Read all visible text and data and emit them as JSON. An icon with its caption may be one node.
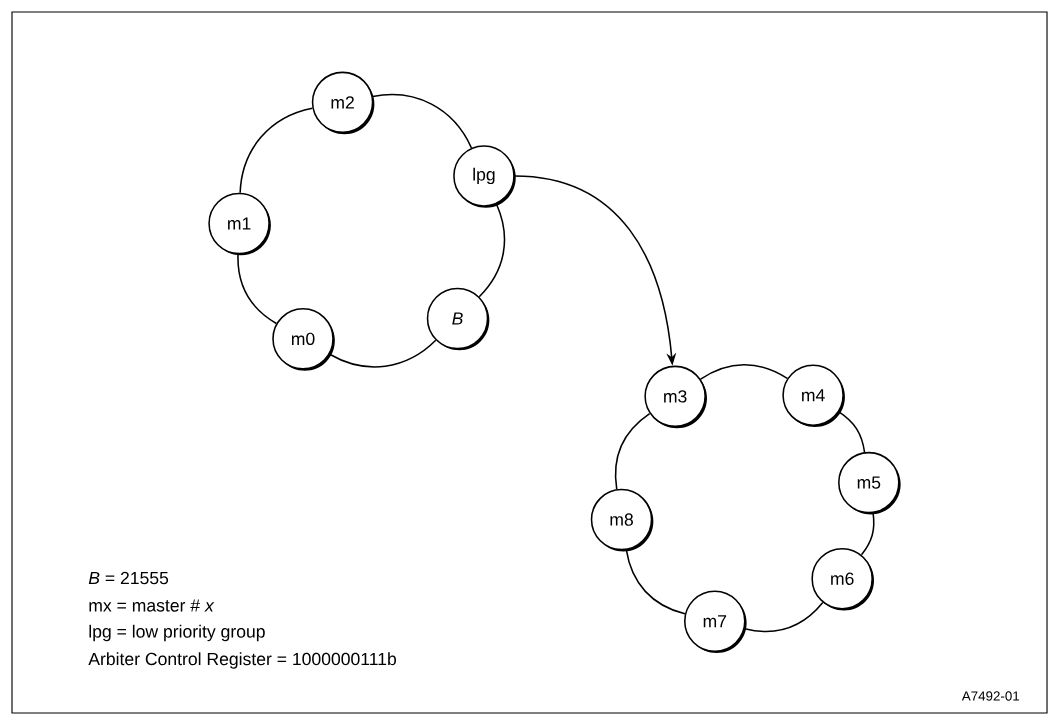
{
  "diagram": {
    "nodes": [
      {
        "text": [
          "m2"
        ]
      },
      {
        "text": [
          "lpg"
        ]
      },
      {
        "text": [
          "m1"
        ]
      },
      {
        "text": [
          "*B*"
        ]
      },
      {
        "text": [
          "m0"
        ]
      },
      {
        "text": [
          "m3"
        ]
      },
      {
        "text": [
          "m4"
        ]
      },
      {
        "text": [
          "m5"
        ]
      },
      {
        "text": [
          "m8"
        ]
      },
      {
        "text": [
          "m6"
        ]
      },
      {
        "text": [
          "m7"
        ]
      }
    ],
    "edges": [
      {
        "from": 0,
        "to": 1,
        "arrow": "none"
      },
      {
        "from": 1,
        "to": 3,
        "arrow": "none"
      },
      {
        "from": 3,
        "to": 4,
        "arrow": "none"
      },
      {
        "from": 4,
        "to": 2,
        "arrow": "none"
      },
      {
        "from": 2,
        "to": 0,
        "arrow": "none"
      },
      {
        "from": 1,
        "to": 5,
        "arrow": "to"
      },
      {
        "from": 5,
        "to": 6,
        "arrow": "none"
      },
      {
        "from": 6,
        "to": 7,
        "arrow": "none"
      },
      {
        "from": 7,
        "to": 9,
        "arrow": "none"
      },
      {
        "from": 9,
        "to": 10,
        "arrow": "none"
      },
      {
        "from": 10,
        "to": 8,
        "arrow": "none"
      },
      {
        "from": 8,
        "to": 5,
        "arrow": "none"
      }
    ],
    "labels": [
      "*B* = 21555",
      "mx = master # *x*",
      "lpg = low priority group",
      "Arbiter Control Register = 1000000111b",
      "A7492-01"
    ]
  }
}
